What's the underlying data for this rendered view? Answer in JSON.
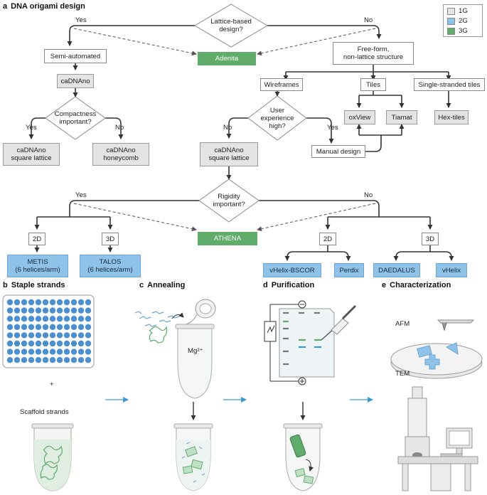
{
  "panel_a": {
    "letter": "a",
    "title": "DNA origami design",
    "legend": [
      {
        "label": "1G",
        "color": "#e4e4e4"
      },
      {
        "label": "2G",
        "color": "#8ec2e8"
      },
      {
        "label": "3G",
        "color": "#5fac6b"
      }
    ],
    "decisions": {
      "lattice": [
        "Lattice-based",
        "design?"
      ],
      "compactness": [
        "Compactness",
        "important?"
      ],
      "user_experience": [
        "User",
        "experience",
        "high?"
      ],
      "rigidity": [
        "Rigidity",
        "important?"
      ]
    },
    "nodes": {
      "semi_automated": "Semi-automated",
      "adenita": "Adenita",
      "free_form": [
        "Free-form,",
        "non-lattice structure"
      ],
      "cadnano": "caDNAno",
      "wireframes": "Wireframes",
      "tiles": "Tiles",
      "single_stranded_tiles": "Single-stranded tiles",
      "oxview": "oxView",
      "tiamat": "Tiamat",
      "hex_tiles": "Hex-tiles",
      "cadnano_square_left": [
        "caDNAno",
        "square lattice"
      ],
      "cadnano_honeycomb": [
        "caDNAno",
        "honeycomb"
      ],
      "cadnano_square_mid": [
        "caDNAno",
        "square lattice"
      ],
      "manual_design": "Manual design",
      "athena": "ATHENA",
      "left_2d": "2D",
      "left_3d": "3D",
      "right_2d": "2D",
      "right_3d": "3D",
      "metis": [
        "METIS",
        "(6 helices/arm)"
      ],
      "talos": [
        "TALOS",
        "(6 helices/arm)"
      ],
      "vhelix_bscor": "vHelix-BSCOR",
      "perdix": "Perdix",
      "daedalus": "DAEDALUS",
      "vhelix": "vHelix"
    },
    "answers": {
      "yes": "Yes",
      "no": "No"
    }
  },
  "panel_b": {
    "letter": "b",
    "title": "Staple strands",
    "plus": "+",
    "scaffold": "Scaffold strands"
  },
  "panel_c": {
    "letter": "c",
    "title": "Annealing",
    "ion": "Mg²⁺"
  },
  "panel_d": {
    "letter": "d",
    "title": "Purification"
  },
  "panel_e": {
    "letter": "e",
    "title": "Characterization",
    "afm": "AFM",
    "tem": "TEM"
  },
  "colors": {
    "line": "#333333",
    "dashed": "#555555",
    "green": "#5fac6b",
    "blue": "#8ec2e8",
    "grey": "#e4e4e4",
    "process_arrow": "#3a9ad9",
    "well": "#4a8fd0"
  }
}
